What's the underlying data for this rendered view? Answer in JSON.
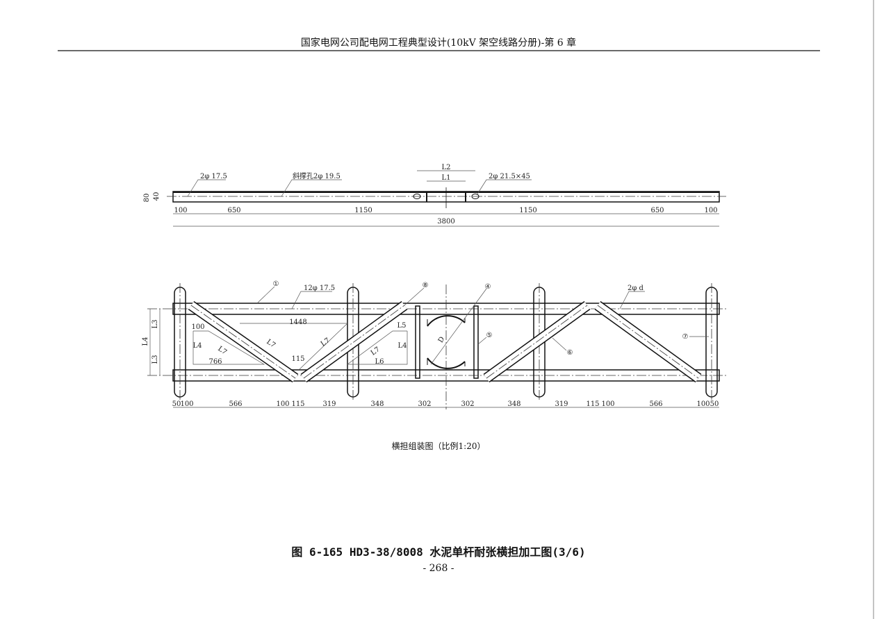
{
  "header": {
    "title": "国家电网公司配电网工程典型设计(10kV 架空线路分册)-第 6 章"
  },
  "top_view": {
    "callouts": {
      "hole1": "2φ 17.5",
      "hole2": "斜撑孔2φ 19.5",
      "hole3": "2φ 21.5×45",
      "l1": "L1",
      "l2": "L2"
    },
    "left_dims": {
      "d80": "80",
      "d40": "40"
    },
    "dims": [
      "100",
      "650",
      "1150",
      "1150",
      "650",
      "100"
    ],
    "total": "3800"
  },
  "assembly_view": {
    "callouts": {
      "p1": "①",
      "p8": "⑧",
      "p4": "④",
      "p5": "⑤",
      "p6": "⑥",
      "p7": "⑦",
      "holes": "12φ 17.5",
      "hole_d": "2φ d"
    },
    "inner": {
      "d1448": "1448",
      "d100": "100",
      "l4a": "L4",
      "l7a": "L7",
      "l7b": "L7",
      "d115": "115",
      "d766": "766",
      "l7c": "L7",
      "l5": "L5",
      "l4b": "L4",
      "l7d": "L7",
      "l6": "L6",
      "d": "D"
    },
    "left_dims": {
      "l3a": "L3",
      "l4": "L4",
      "l3b": "L3"
    },
    "dims": [
      "50",
      "100",
      "566",
      "100",
      "115",
      "319",
      "348",
      "302",
      "302",
      "348",
      "319",
      "115",
      "100",
      "566",
      "100",
      "50"
    ]
  },
  "caption": "横担组装图（比例1:20）",
  "figure_title": "图 6-165  HD3-38/8008 水泥单杆耐张横担加工图(3/6)",
  "page_number": "- 268 -"
}
